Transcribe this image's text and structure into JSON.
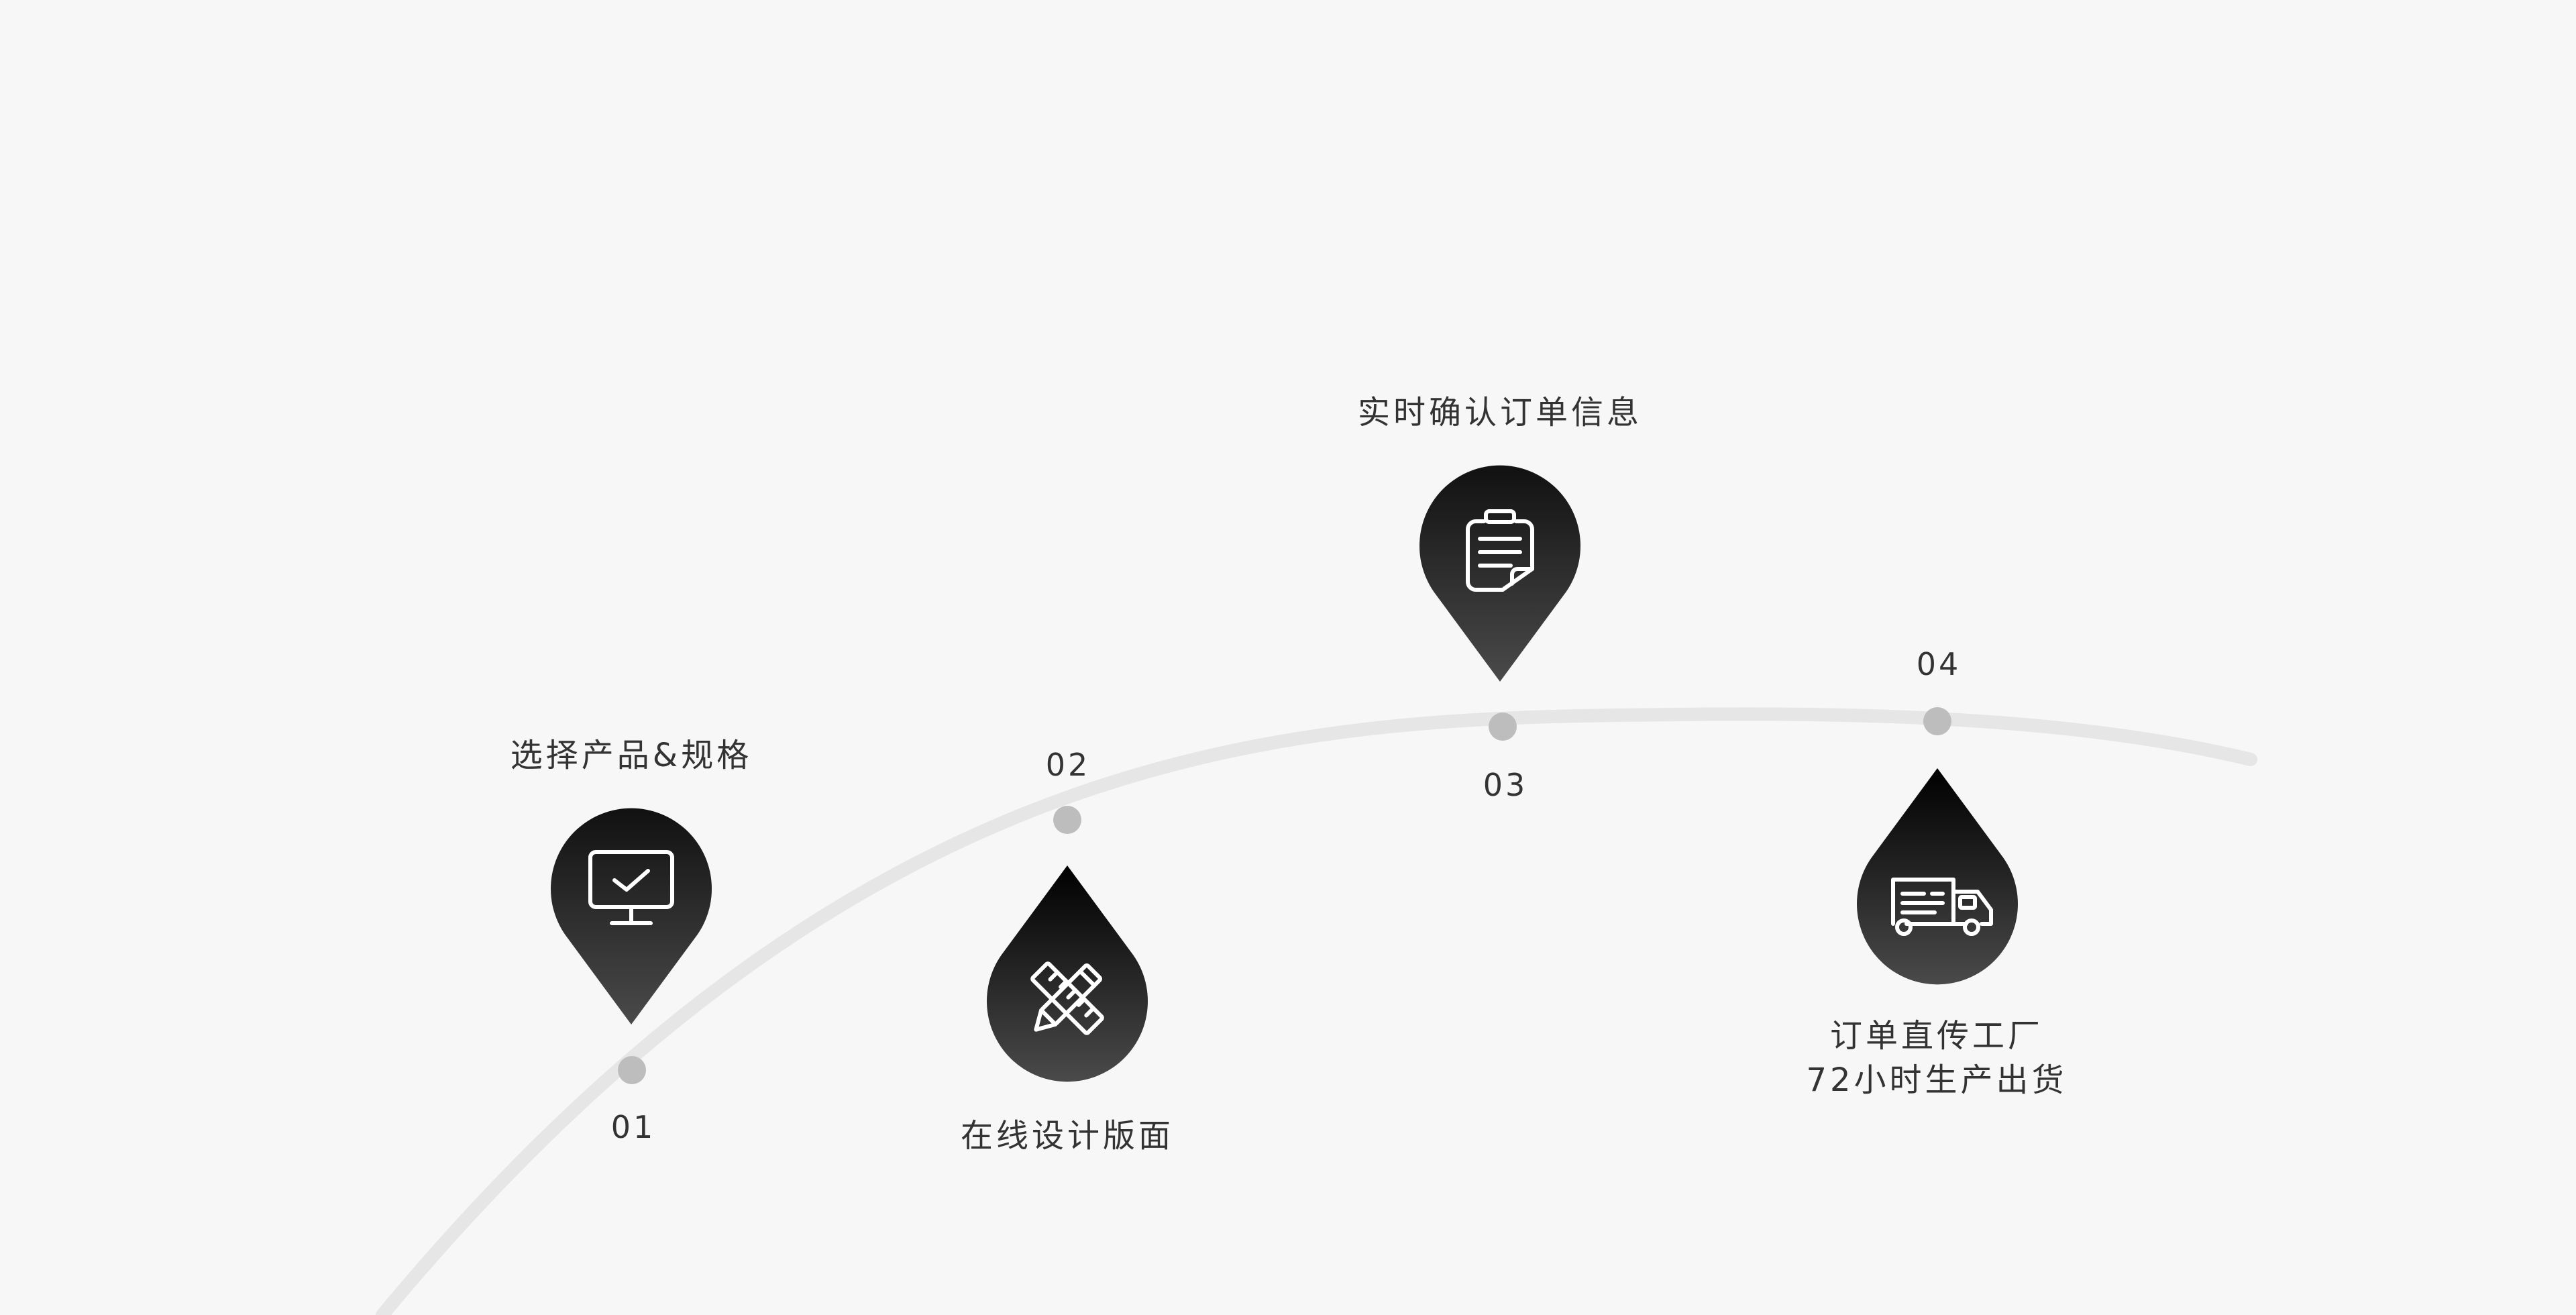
{
  "steps": [
    {
      "number": "01",
      "label": "选择产品&规格",
      "icon": "monitor-check-icon"
    },
    {
      "number": "02",
      "label": "在线设计版面",
      "icon": "ruler-pencil-icon"
    },
    {
      "number": "03",
      "label": "实时确认订单信息",
      "icon": "clipboard-icon"
    },
    {
      "number": "04",
      "label_lines": [
        "订单直传工厂",
        "72小时生产出货"
      ],
      "icon": "delivery-truck-icon"
    }
  ],
  "colors": {
    "background": "#f7f7f7",
    "curve": "#e6e6e6",
    "dot": "#bdbdbd",
    "pin_top": "#111111",
    "pin_bottom": "#4a4a4a",
    "text": "#333333",
    "icon_stroke": "#ffffff"
  }
}
